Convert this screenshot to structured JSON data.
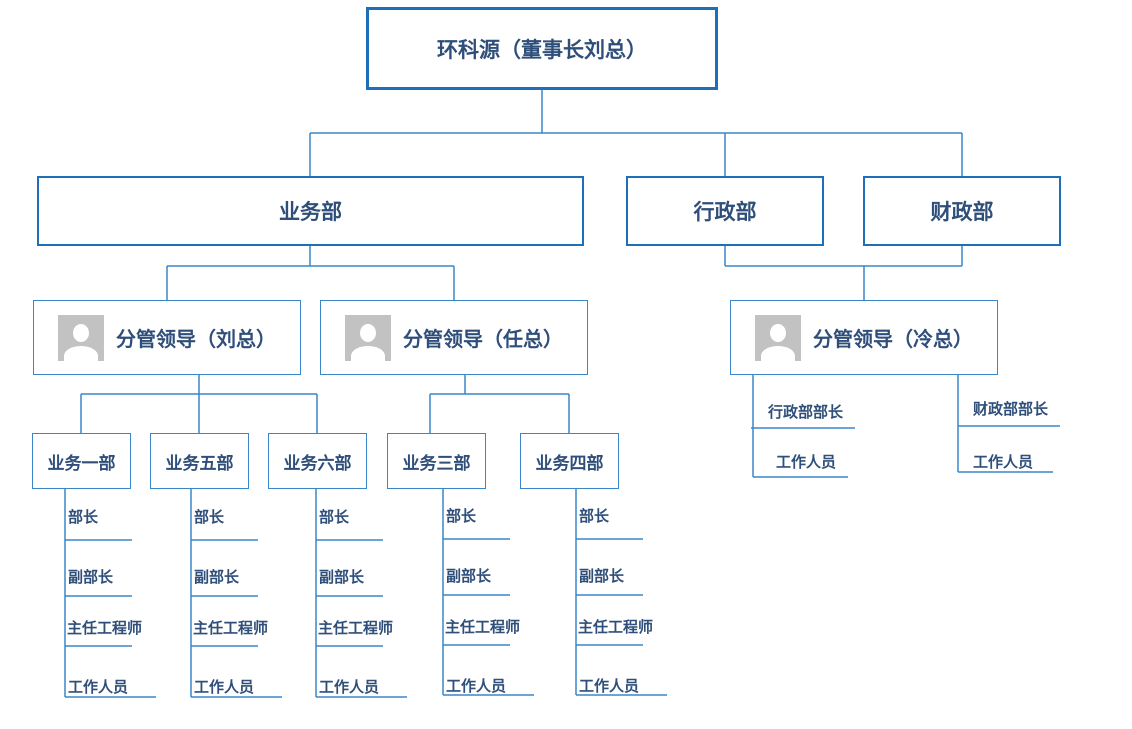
{
  "root": {
    "label": "环科源（董事长刘总）"
  },
  "departments": {
    "business": {
      "label": "业务部"
    },
    "admin": {
      "label": "行政部"
    },
    "finance": {
      "label": "财政部"
    }
  },
  "leaders": [
    {
      "label": "分管领导（刘总）"
    },
    {
      "label": "分管领导（任总）"
    },
    {
      "label": "分管领导（冷总）"
    }
  ],
  "units": [
    {
      "label": "业务一部",
      "roles": [
        "部长",
        "副部长",
        "主任工程师",
        "工作人员"
      ]
    },
    {
      "label": "业务五部",
      "roles": [
        "部长",
        "副部长",
        "主任工程师",
        "工作人员"
      ]
    },
    {
      "label": "业务六部",
      "roles": [
        "部长",
        "副部长",
        "主任工程师",
        "工作人员"
      ]
    },
    {
      "label": "业务三部",
      "roles": [
        "部长",
        "副部长",
        "主任工程师",
        "工作人员"
      ]
    },
    {
      "label": "业务四部",
      "roles": [
        "部长",
        "副部长",
        "主任工程师",
        "工作人员"
      ]
    }
  ],
  "admin_roles": [
    "行政部部长",
    "工作人员"
  ],
  "finance_roles": [
    "财政部部长",
    "工作人员"
  ],
  "colors": {
    "border": "#1e6fb8",
    "line": "#3a86c8",
    "text": "#2f4f7a",
    "avatar": "#c2c2c2"
  }
}
